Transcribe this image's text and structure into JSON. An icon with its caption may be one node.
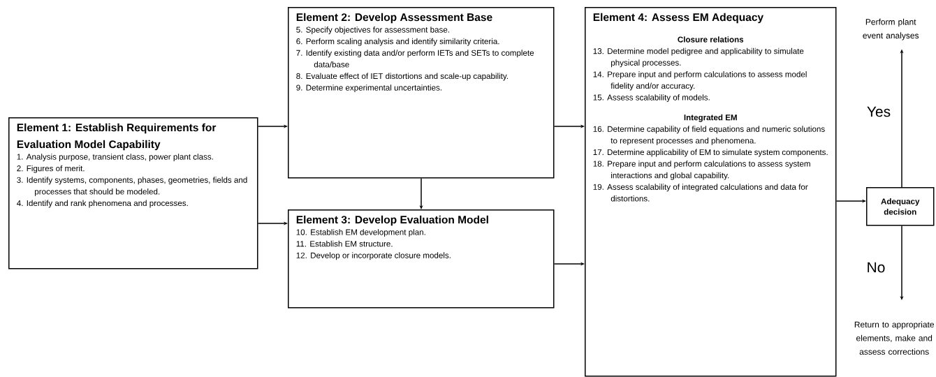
{
  "diagram": {
    "nodes": [
      {
        "text": [
          "Element 1: Establish Requirements for Evaluation Model Capability",
          "1. Analysis purpose, transient class, power plant class.",
          "2. Figures of merit.",
          "3. Identify systems, components, phases, geometries, fields and processes that should be modeled.",
          "4. Identify and rank phenomena and processes."
        ]
      },
      {
        "text": [
          "Element 2: Develop Assessment Base",
          "5. Specify objectives for assessment base.",
          "6. Perform scaling analysis and identify similarity criteria.",
          "7. Identify existing data and/or perform IETs and SETs to complete data/base",
          "8. Evaluate effect of IET distortions and scale-up capability.",
          "9. Determine experimental uncertainties."
        ]
      },
      {
        "text": [
          "Element 3: Develop Evaluation Model",
          "10. Establish EM development plan.",
          "11. Establish EM structure.",
          "12. Develop or incorporate closure models."
        ]
      },
      {
        "text": [
          "Element 4: Assess EM Adequacy",
          "Closure relations",
          "13. Determine model pedigree and applicability to simulate physical processes.",
          "14. Prepare input and perform calculations to assess model fidelity and/or accuracy.",
          "15. Assess scalability of models.",
          "Integrated EM",
          "16. Determine capability of field equations and numeric solutions to represent processes and phenomena.",
          "17. Determine applicability of EM to simulate system components.",
          "18. Prepare input and perform calculations to assess system interactions and global capability.",
          "19. Assess scalability of integrated calculations and data for distortions."
        ]
      },
      {
        "text": [
          "Adequacy decision"
        ]
      },
      {
        "text": [
          "Perform plant event analyses"
        ]
      },
      {
        "text": [
          "Return to appropriate elements, make and assess corrections"
        ]
      }
    ],
    "edges": [
      {
        "from": 0,
        "to": 1,
        "arrow": "to"
      },
      {
        "from": 0,
        "to": 2,
        "arrow": "to"
      },
      {
        "from": 1,
        "to": 2,
        "arrow": "to"
      },
      {
        "from": 1,
        "to": 3,
        "arrow": "to"
      },
      {
        "from": 2,
        "to": 3,
        "arrow": "to"
      },
      {
        "from": 3,
        "to": 4,
        "arrow": "to"
      },
      {
        "from": 4,
        "to": 5,
        "arrow": "to",
        "label": "Yes"
      },
      {
        "from": 4,
        "to": 6,
        "arrow": "to",
        "label": "No"
      }
    ]
  }
}
